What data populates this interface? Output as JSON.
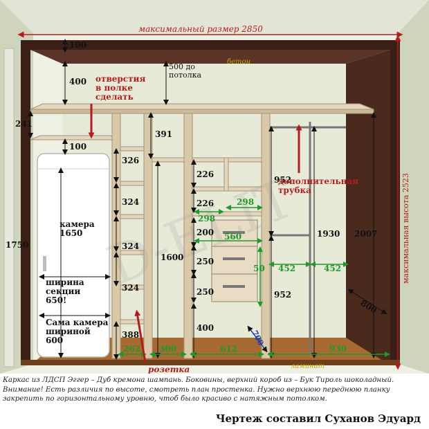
{
  "title": "максимальный размер 2850",
  "colors": {
    "wall": "#d8dcc9",
    "frame": "#3a1f16",
    "carcass": "#e3d6bd",
    "floor": "#a86a33",
    "dim_black": "#111111",
    "dim_green": "#1e9a2a",
    "dim_red": "#b41d1d"
  },
  "labels": {
    "top_gap": "100",
    "shelf_drop": "400",
    "ceiling_gap": "500 до\nпотолка",
    "concrete": "бетон",
    "holes_note": "отверстия\nв полке\nсделать",
    "top_box": "241",
    "shelf_gap": "100",
    "left_height": "1750",
    "fridge_chamber": "камера\n1650",
    "section_width": "ширина\nсекции\n650!",
    "fridge_width": "Сама камера\nшириной\n600",
    "s1": "326",
    "s2": "324",
    "s3": "324",
    "s4": "324",
    "s5": "388",
    "mid_top": "391",
    "mid_height": "1600",
    "drawers_top": "226",
    "drawers_top2": "226",
    "drawer_a": "200",
    "drawer_b": "250",
    "drawer_c": "250",
    "drawer_bottom": "400",
    "w_298a": "298",
    "w_298b": "298",
    "w_560": "560",
    "w_50": "50",
    "extra_tube": "дополнительная\nтрубка",
    "h_952a": "952",
    "h_952b": "952",
    "h_1930": "1930",
    "h_2007": "2007",
    "w_452a": "452",
    "w_452b": "452",
    "depth_800": "800",
    "depth_700": "700",
    "max_height": "максимальная\nвысота\n2523",
    "socket": "розетка",
    "w_262": "262",
    "w_300": "300",
    "w_612": "612",
    "w_930": "930",
    "laminate": "ламинат",
    "watermark": "D-ЕLIT"
  },
  "caption": [
    "Каркас из ЛДСП Эггер – Дуб кремона шампань. Боковины, верхний короб из – Бук Тироль шоколадный.",
    "Внимание! Есть различия по высоте, смотреть план простенка. Нужно верхнюю переднюю планку",
    "закрепить по горизонтальному уровню, чтоб было красиво с натяжным потолком."
  ],
  "author": "Чертеж составил Суханов Эдуард"
}
